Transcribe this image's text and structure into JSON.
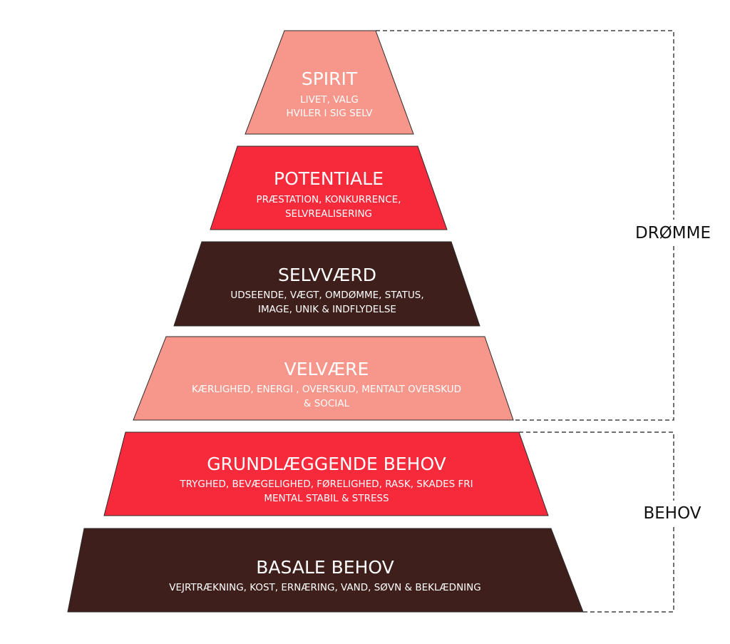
{
  "colors": {
    "salmon": "#f7968a",
    "red": "#f72a3c",
    "brown": "#3f1f1b"
  },
  "levels": [
    {
      "title": "SPIRIT",
      "lines": [
        "LIVET, VALG",
        "HVILER I SIG SELV"
      ],
      "color": "#f7968a"
    },
    {
      "title": "POTENTIALE",
      "lines": [
        "PRÆSTATION, KONKURRENCE,",
        "SELVREALISERING"
      ],
      "color": "#f72a3c"
    },
    {
      "title": "SELVVÆRD",
      "lines": [
        "UDSEENDE, VÆGT, OMDØMME, STATUS,",
        "IMAGE, UNIK & INDFLYDELSE"
      ],
      "color": "#3f1f1b"
    },
    {
      "title": "VELVÆRE",
      "lines": [
        "KÆRLIGHED, ENERGI , OVERSKUD, MENTALT OVERSKUD",
        "& SOCIAL"
      ],
      "color": "#f7968a"
    },
    {
      "title": "GRUNDLÆGGENDE BEHOV",
      "lines": [
        "TRYGHED, BEVÆGELIGHED, FØRELIGHED, RASK, SKADES FRI",
        "MENTAL STABIL & STRESS"
      ],
      "color": "#f72a3c"
    },
    {
      "title": "BASALE BEHOV",
      "lines": [
        "VEJRTRÆKNING, KOST, ERNÆRING, VAND, SØVN & BEKLÆDNING"
      ],
      "color": "#3f1f1b"
    }
  ],
  "groups": {
    "upper": "DRØMME",
    "lower": "BEHOV"
  }
}
